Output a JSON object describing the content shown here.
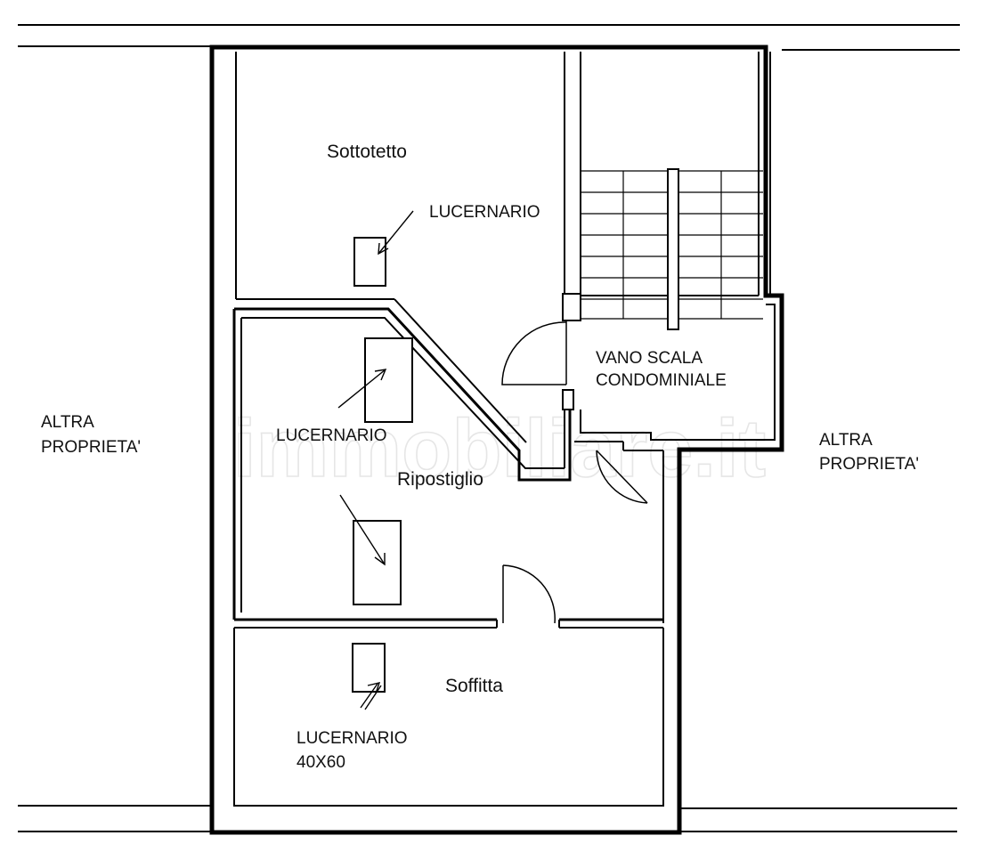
{
  "diagram": {
    "labels": {
      "sottotetto": "Sottotetto",
      "lucernario_top": "LUCERNARIO",
      "vano_line1": "VANO SCALA",
      "vano_line2": "CONDOMINIALE",
      "lucernario_mid": "LUCERNARIO",
      "ripostiglio": "Ripostiglio",
      "soffitta": "Soffitta",
      "lucernario_bottom_line1": "LUCERNARIO",
      "lucernario_bottom_line2": "40X60",
      "altra_left_line1": "ALTRA",
      "altra_left_line2": "PROPRIETA'",
      "altra_right_line1": "ALTRA",
      "altra_right_line2": "PROPRIETA'"
    },
    "watermark": "immobiliare.it",
    "colors": {
      "line": "#000000",
      "background": "#ffffff",
      "watermark": "#e6e6e6"
    }
  }
}
